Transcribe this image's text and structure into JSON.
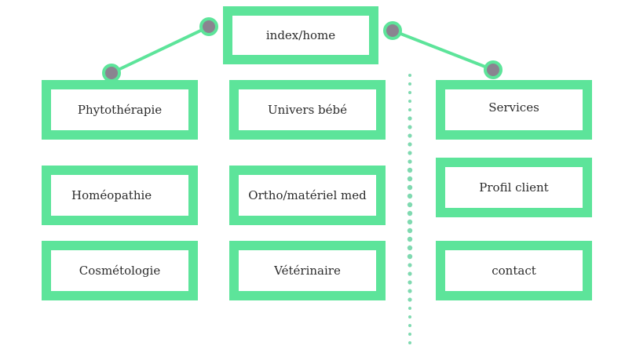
{
  "diagram": {
    "root": "index/home",
    "columns": [
      {
        "items": [
          "Phytothérapie",
          "Homéopathie",
          "Cosmétologie"
        ]
      },
      {
        "items": [
          "Univers bébé",
          "Ortho/matériel med",
          "Vétérinaire"
        ]
      },
      {
        "items": [
          "Services",
          "Profil client",
          "contact"
        ]
      }
    ],
    "colors": {
      "box_border": "#5de49a",
      "node_fill": "#8a8490",
      "divider": "#7fd9b0"
    }
  }
}
